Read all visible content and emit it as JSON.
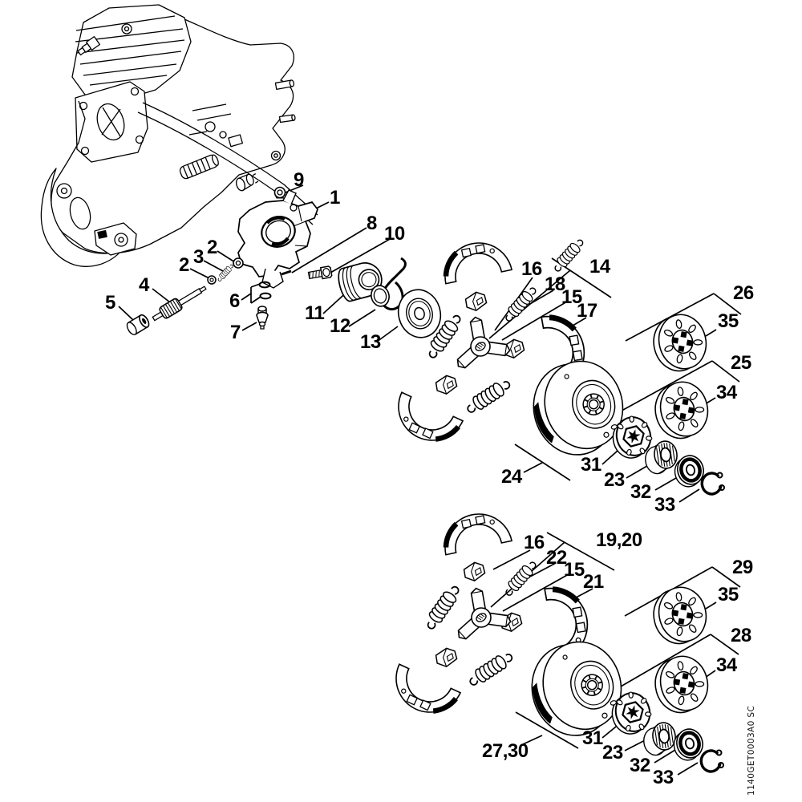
{
  "figure": {
    "drawing_number": "1140GET0003A0 SC"
  },
  "labels": {
    "c1": "1",
    "c2a": "2",
    "c2b": "2",
    "c3": "3",
    "c4": "4",
    "c5": "5",
    "c6": "6",
    "c7": "7",
    "c8": "8",
    "c9": "9",
    "c10": "10",
    "c11": "11",
    "c12": "12",
    "c13": "13",
    "c14": "14",
    "c15u": "15",
    "c15l": "15",
    "c16u": "16",
    "c16l": "16",
    "c17": "17",
    "c18": "18",
    "c19_20": "19,20",
    "c21": "21",
    "c22": "22",
    "c23a": "23",
    "c23b": "23",
    "c24": "24",
    "c25": "25",
    "c26": "26",
    "c27_30": "27,30",
    "c28": "28",
    "c29": "29",
    "c31a": "31",
    "c31b": "31",
    "c32a": "32",
    "c32b": "32",
    "c33a": "33",
    "c33b": "33",
    "c34a": "34",
    "c34b": "34",
    "c35a": "35",
    "c35b": "35"
  }
}
